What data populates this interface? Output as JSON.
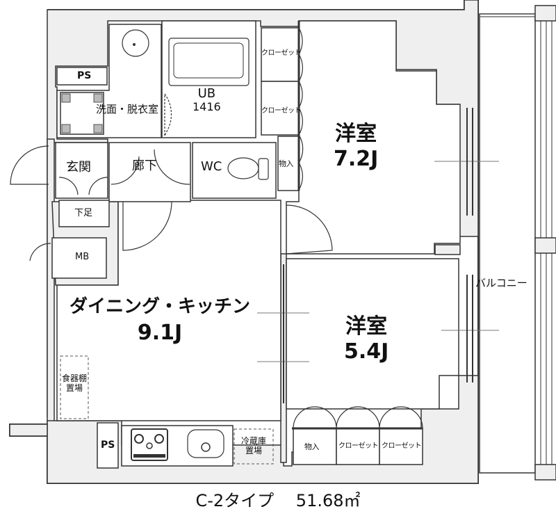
{
  "plan": {
    "type_label": "C-2タイプ",
    "area": "51.68㎡",
    "colors": {
      "wall_fill": "#efefef",
      "wall_line": "#333333",
      "background": "#ffffff"
    }
  },
  "rooms": {
    "bedroom1": {
      "name": "洋室",
      "size": "7.2J"
    },
    "bedroom2": {
      "name": "洋室",
      "size": "5.4J"
    },
    "dining_kitchen": {
      "name": "ダイニング・キッチン",
      "size": "9.1J"
    },
    "washroom": {
      "name": "洗面・脱衣室"
    },
    "unit_bath": {
      "name": "UB",
      "size": "1416"
    },
    "toilet": {
      "name": "WC"
    },
    "entrance": {
      "name": "玄関"
    },
    "hallway": {
      "name": "廊下"
    },
    "shoe_box": {
      "name": "下足"
    },
    "meter_box": {
      "name": "MB"
    },
    "pipe_space_top": {
      "name": "PS"
    },
    "pipe_space_kitchen": {
      "name": "PS"
    },
    "cupboard_space": {
      "name_line1": "食器棚",
      "name_line2": "置場"
    },
    "fridge_space": {
      "name_line1": "冷蔵庫",
      "name_line2": "置場"
    },
    "balcony": {
      "name": "バルコニー"
    }
  },
  "storage": {
    "bedroom1": [
      {
        "name": "クローゼット"
      },
      {
        "name": "クローゼット"
      },
      {
        "name": "物入"
      }
    ],
    "bedroom2": [
      {
        "name": "物入"
      },
      {
        "name": "クローゼット"
      },
      {
        "name": "クローゼット"
      }
    ]
  }
}
